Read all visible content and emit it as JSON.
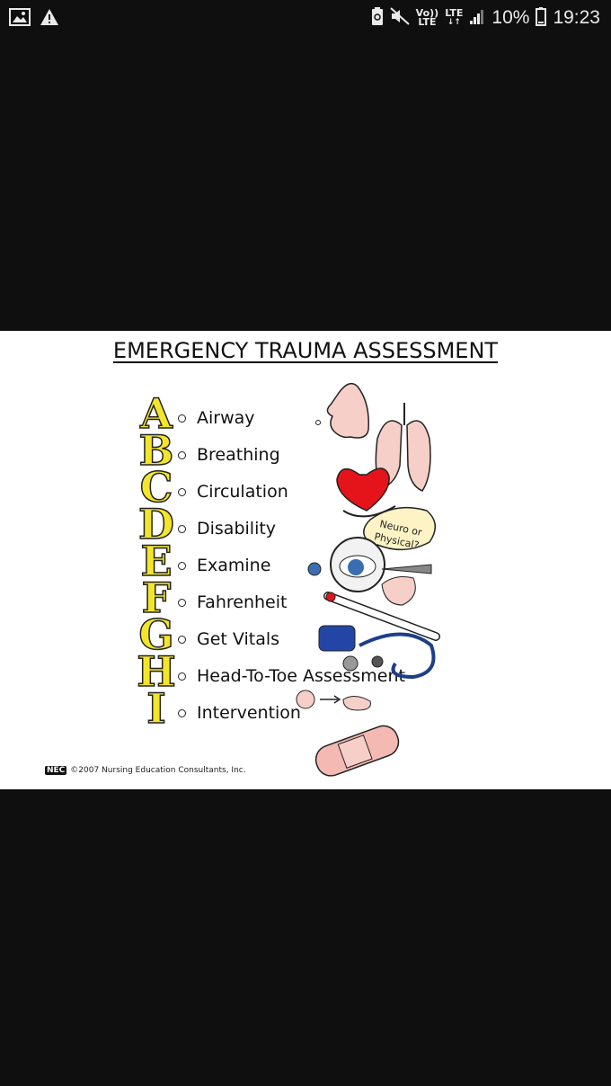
{
  "status_bar": {
    "volte_top": "Vo))",
    "volte_bottom": "LTE",
    "lte": "LTE",
    "battery": "10%",
    "time": "19:23",
    "icons": [
      "image-icon",
      "warning-icon",
      "battery-saver-icon",
      "mute-icon",
      "signal-icon",
      "battery-icon"
    ]
  },
  "poster": {
    "title": "EMERGENCY TRAUMA ASSESSMENT",
    "letters": [
      "A",
      "B",
      "C",
      "D",
      "E",
      "F",
      "G",
      "H",
      "I"
    ],
    "items": [
      "Airway",
      "Breathing",
      "Circulation",
      "Disability",
      "Examine",
      "Fahrenheit",
      "Get Vitals",
      "Head-To-Toe Assessment",
      "Intervention"
    ],
    "speech_bubble": [
      "Neuro or",
      "Physical?"
    ],
    "footer_logo": "NEC",
    "footer": "©2007 Nursing Education Consultants, Inc."
  }
}
